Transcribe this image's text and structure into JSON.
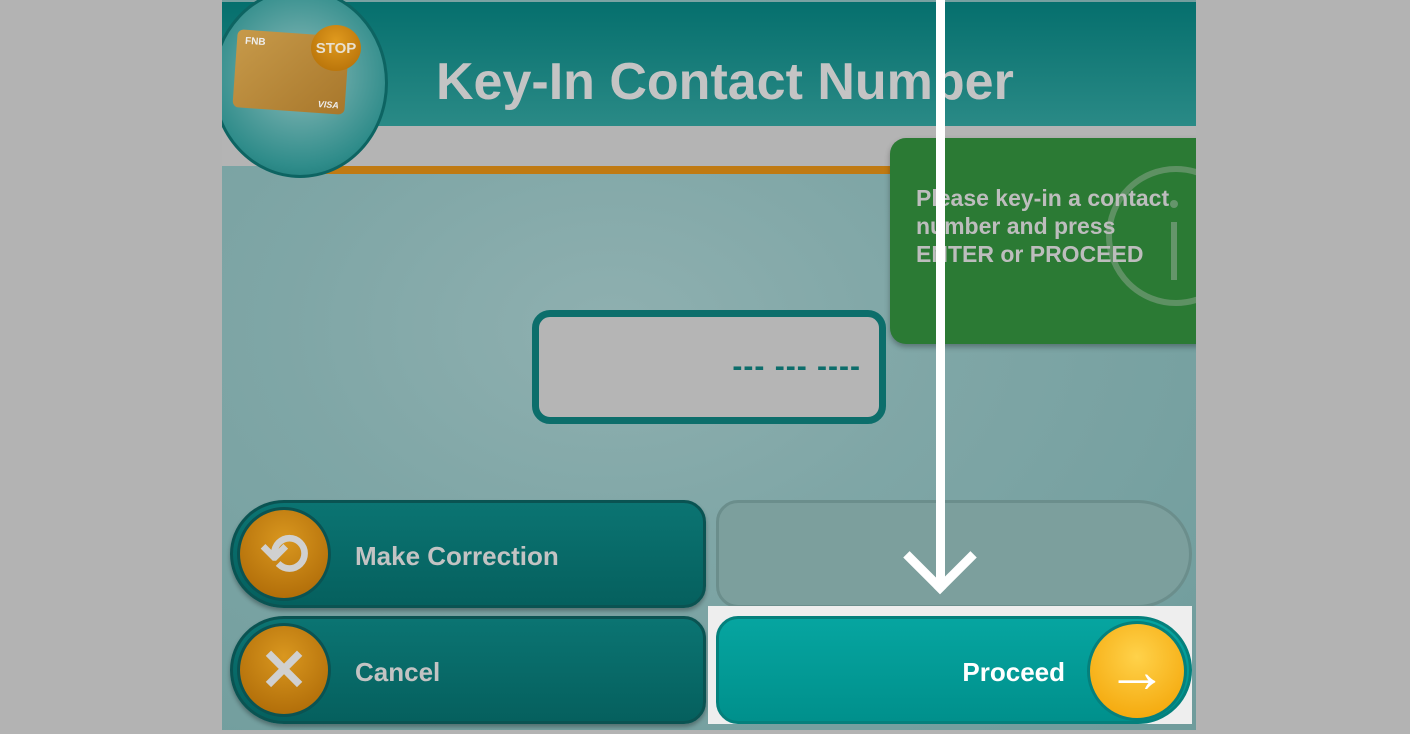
{
  "header": {
    "title": "Key-In Contact Number"
  },
  "badge": {
    "card_brand": "FNB",
    "card_network": "VISA",
    "stop_label": "STOP"
  },
  "info": {
    "message": "Please key-in a contact number and press ENTER or PROCEED",
    "icon": "info-icon"
  },
  "phone_input": {
    "placeholder": "--- --- ----"
  },
  "buttons": {
    "make_correction": {
      "label": "Make Correction",
      "icon": "refresh-arrows-icon"
    },
    "cancel": {
      "label": "Cancel",
      "icon": "x-icon"
    },
    "proceed": {
      "label": "Proceed",
      "icon": "arrow-right-icon"
    }
  },
  "colors": {
    "header": "#056f6d",
    "accent": "#c07a12",
    "info_bg": "#2b7a34",
    "proceed": "#00908c"
  }
}
